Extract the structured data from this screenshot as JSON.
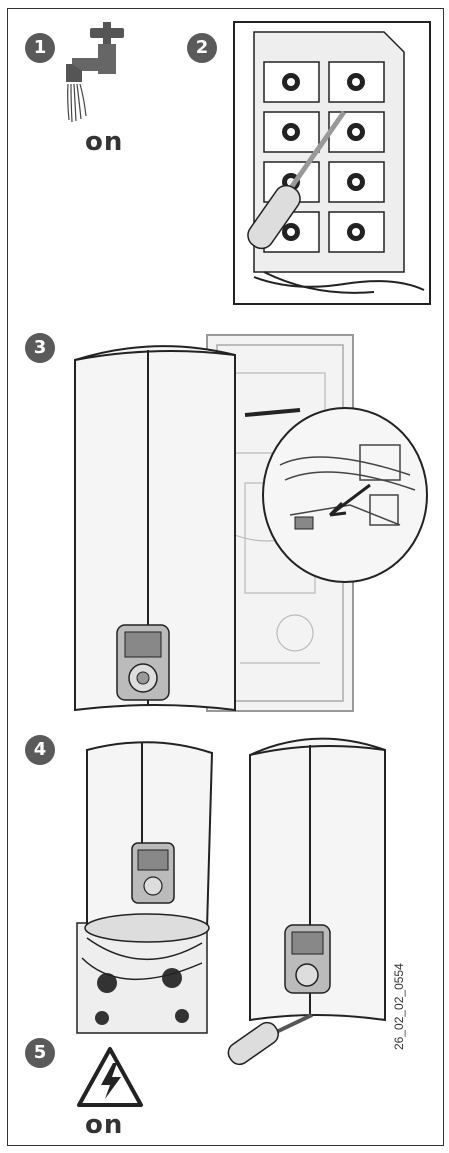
{
  "steps": [
    {
      "number": "1"
    },
    {
      "number": "2"
    },
    {
      "number": "3"
    },
    {
      "number": "4"
    },
    {
      "number": "5"
    }
  ],
  "labels": {
    "water_on": "on",
    "power_on": "on"
  },
  "document_id": "26_02_02_0554",
  "icons": {
    "step1": "water-tap-icon",
    "step5": "high-voltage-warning-icon"
  },
  "colors": {
    "badge": "#5a5a5a",
    "ink": "#333333"
  }
}
